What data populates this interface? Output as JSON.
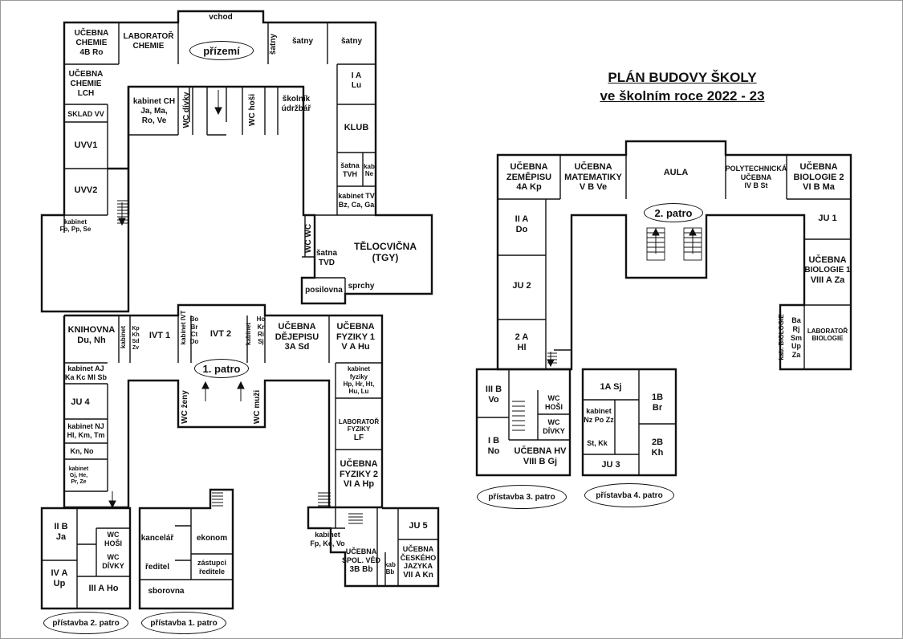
{
  "title": {
    "line1": "PLÁN BUDOVY ŠKOLY",
    "line2": "ve školním roce 2022 - 23"
  },
  "ovals": {
    "prizemi": "přízemí",
    "patro1": "1. patro",
    "patro2": "2. patro",
    "pristavba3": "přístavba 3. patro",
    "pristavba4": "přístavba 4. patro",
    "pristavba2": "přístavba 2. patro",
    "pristavba1": "přístavba 1. patro"
  },
  "ground": {
    "vchod": "vchod",
    "chem_ucebna": [
      "UČEBNA",
      "CHEMIE",
      "4B  Ro"
    ],
    "chem_lab": [
      "LABORATOŘ",
      "CHEMIE"
    ],
    "satny_v": "šatny",
    "satny1": "šatny",
    "satny2": "šatny",
    "chem_lch": [
      "UČEBNA",
      "CHEMIE",
      "LCH"
    ],
    "ia": [
      "I A",
      "Lu"
    ],
    "kab_ch": [
      "kabinet CH",
      "Ja, Ma,",
      "Ro, Ve"
    ],
    "wc_divky": "WC dívky",
    "wc_hosi": "WC hoši",
    "skolnik": [
      "školník",
      "údržbář"
    ],
    "sklad": "SKLAD VV",
    "klub": "KLUB",
    "uvv1": "UVV1",
    "uvv2": "UVV2",
    "satna_tvh": [
      "šatna",
      "TVH"
    ],
    "kab_ne": [
      "kab",
      "Ne"
    ],
    "kab_tv": [
      "kabinet TV",
      "Bz, Ca, Ga"
    ],
    "kab_fo": [
      "kabinet",
      "Fo, Pp, Se"
    ],
    "wc_wc": "WC WC",
    "satna_tvd": [
      "šatna",
      "TVD"
    ],
    "telocvicna": [
      "TĚLOCVIČNA",
      "(TGY)"
    ],
    "posilovna": "posilovna",
    "sprchy": "sprchy"
  },
  "first": {
    "knihovna": [
      "KNIHOVNA",
      "Du, Nh"
    ],
    "kabinet_v": "kabinet",
    "kab_kp": [
      "Kp",
      "Kh",
      "Sd",
      "Zv"
    ],
    "ivt1": "IVT 1",
    "kab_ivt": "kabinet IVT",
    "kab_bo": [
      "Bo",
      "Br",
      "Ct",
      "Do"
    ],
    "ivt2": "IVT 2",
    "kabinet_v2": "kabinet",
    "kab_ho": [
      "Ho",
      "Kr",
      "Ri",
      "Sj"
    ],
    "dejepis": [
      "UČEBNA",
      "DĚJEPISU",
      "3A  Sd"
    ],
    "fyzika1": [
      "UČEBNA",
      "FYZIKY 1",
      "V A  Hu"
    ],
    "kab_aj": [
      "kabinet AJ",
      "Ka Kc Ml Sb"
    ],
    "kab_fyz": [
      "kabinet",
      "fyziky",
      "Hp, Hr, Ht,",
      "Hu, Lu"
    ],
    "ju4": "JU 4",
    "wc_zeny": "WC ženy",
    "wc_muzi": "WC muži",
    "lab_fyz": [
      "LABORATOŘ",
      "FYZIKY",
      "LF"
    ],
    "kab_nj": [
      "kabinet NJ",
      "Hl, Km, Tm"
    ],
    "kn_no": "Kn, No",
    "kab_gj": [
      "kabinet",
      "Gj, He,",
      "Pr, Ze"
    ],
    "fyzika2": [
      "UČEBNA",
      "FYZIKY 2",
      "VI A  Hp"
    ]
  },
  "extension2": {
    "iib": [
      "II B",
      "Ja"
    ],
    "wc_hosi": [
      "WC",
      "HOŠI"
    ],
    "wc_divky": [
      "WC",
      "DÍVKY"
    ],
    "iva": [
      "IV A",
      "Up"
    ],
    "iiia": "III A   Ho"
  },
  "extension1": {
    "kancelar": "kancelář",
    "ekonom": "ekonom",
    "reditel": "ředitel",
    "zastupci": [
      "zástupci",
      "ředitele"
    ],
    "sborovna": "sborovna"
  },
  "east": {
    "kab_fp": [
      "kabinet",
      "Fp, Ke, Vo"
    ],
    "ju5": "JU 5",
    "spol": [
      "UČEBNA",
      "SPOL. VĚD",
      "3B  Bb"
    ],
    "kab_bb": [
      "kab",
      "Bb"
    ],
    "cj": [
      "UČEBNA",
      "ČESKÉHO",
      "JAZYKA",
      "VII A  Kn"
    ]
  },
  "second": {
    "zemepis": [
      "UČEBNA",
      "ZEMĚPISU",
      "4A  Kp"
    ],
    "matematika": [
      "UČEBNA",
      "MATEMATIKY",
      "V B   Ve"
    ],
    "aula": "AULA",
    "polytech": [
      "POLYTECHNICKÁ",
      "UČEBNA",
      "IV B   St"
    ],
    "bio2": [
      "UČEBNA",
      "BIOLOGIE 2",
      "VI B  Ma"
    ],
    "iia": [
      "II A",
      "Do"
    ],
    "ju1": "JU 1",
    "ju2": "JU 2",
    "bio1": [
      "UČEBNA",
      "BIOLOGIE 1",
      "VIII A   Za"
    ],
    "a2": [
      "2 A",
      "Hl"
    ],
    "kab_bio": "kab. BIOLOGIE",
    "kab_bio_names": [
      "Ba",
      "Rj",
      "Sm",
      "Up",
      "Za"
    ],
    "lab_bio": [
      "LABORATOŘ",
      "BIOLOGIE"
    ]
  },
  "extension3": {
    "iiib": [
      "III B",
      "Vo"
    ],
    "wc_hosi": [
      "WC",
      "HOŠI"
    ],
    "wc_divky": [
      "WC",
      "DÍVKY"
    ],
    "ib": [
      "I B",
      "No"
    ],
    "hv": [
      "UČEBNA HV",
      "VIII B   Gj"
    ]
  },
  "extension4": {
    "a1": "1A  Sj",
    "b1": [
      "1B",
      "Br"
    ],
    "kab": [
      "kabinet",
      "Nz Po Zz"
    ],
    "st": "St, Kk",
    "b2": [
      "2B",
      "Kh"
    ],
    "ju3": "JU 3"
  }
}
